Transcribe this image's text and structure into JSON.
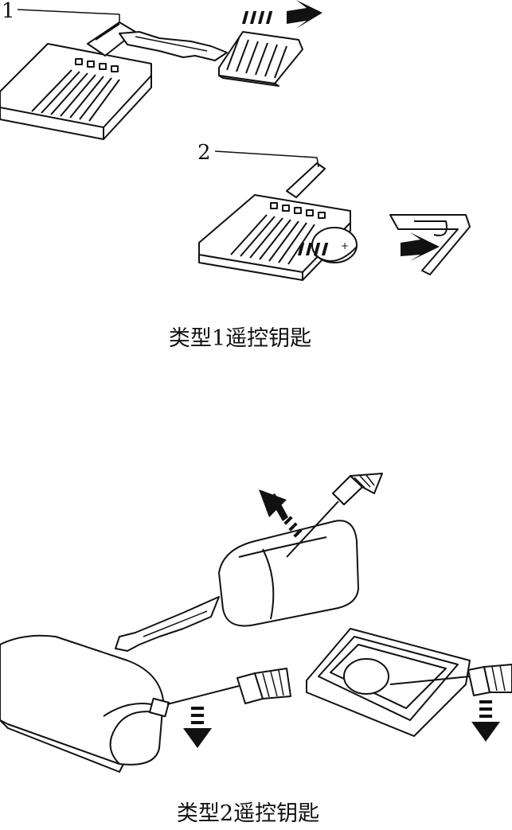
{
  "figure": {
    "callouts": [
      "1",
      "2"
    ],
    "type1_caption": "类型1遥控钥匙",
    "type2_caption": "类型2遥控钥匙",
    "battery_symbol": "+"
  }
}
